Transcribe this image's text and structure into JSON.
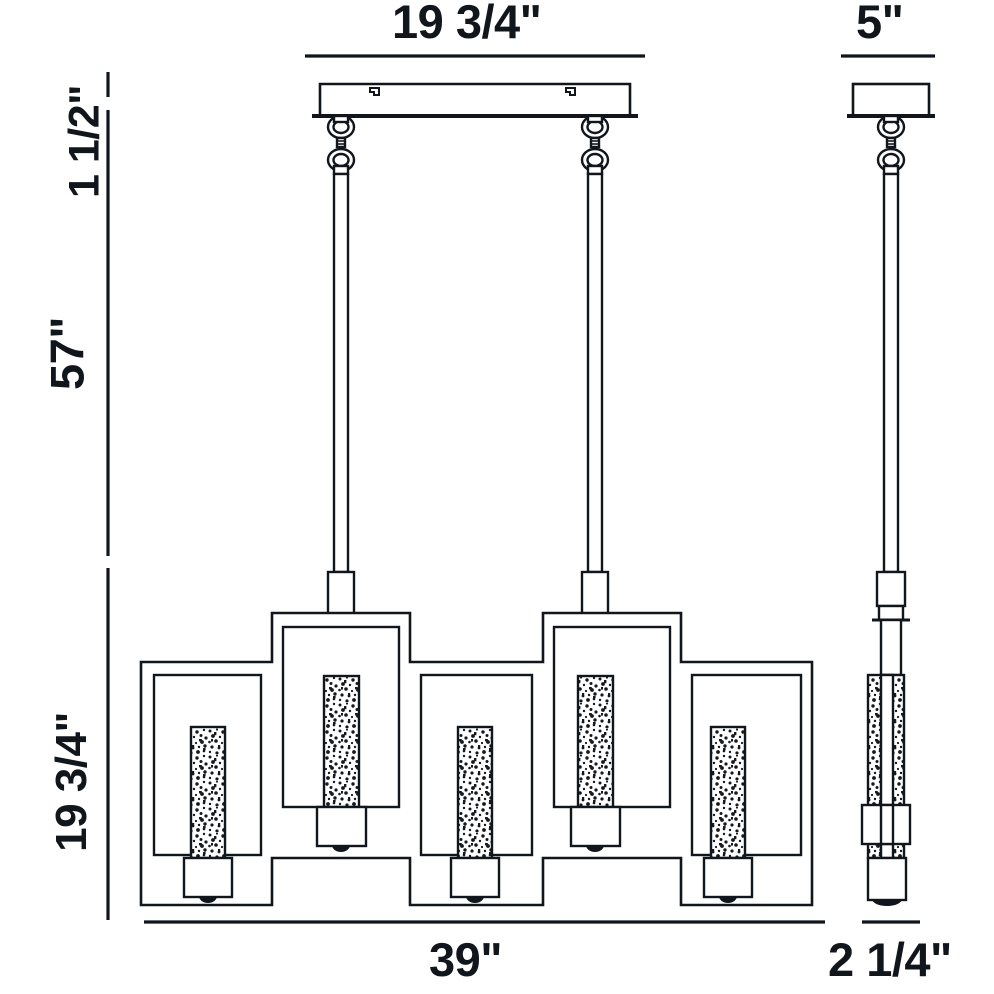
{
  "drawing": {
    "title": "Linear Chandelier Dimension Drawing",
    "type": "technical-line-drawing",
    "view_front": "front-elevation",
    "view_side": "side-elevation",
    "stroke_color": "#11161d",
    "background_color": "#ffffff"
  },
  "dimensions": {
    "top_width": {
      "label": "19 3/4\"",
      "value": 19.75,
      "unit": "in",
      "applies_to": "canopy-width"
    },
    "side_top_width": {
      "label": "5\"",
      "value": 5,
      "unit": "in",
      "applies_to": "canopy-depth"
    },
    "canopy_height": {
      "label": "1 1/2\"",
      "value": 1.5,
      "unit": "in",
      "applies_to": "canopy-height"
    },
    "drop_height": {
      "label": "57\"",
      "value": 57,
      "unit": "in",
      "applies_to": "overall-drop"
    },
    "body_height": {
      "label": "19 3/4\"",
      "value": 19.75,
      "unit": "in",
      "applies_to": "fixture-body-height"
    },
    "overall_width": {
      "label": "39\"",
      "value": 39,
      "unit": "in",
      "applies_to": "fixture-width"
    },
    "side_depth": {
      "label": "2 1/4\"",
      "value": 2.25,
      "unit": "in",
      "applies_to": "fixture-depth"
    }
  },
  "fixture": {
    "lights": 5,
    "frames_raised": 2,
    "frames_lowered": 3,
    "glass": "seeded-glass-cylinder",
    "suspension": "rod-and-loop"
  }
}
